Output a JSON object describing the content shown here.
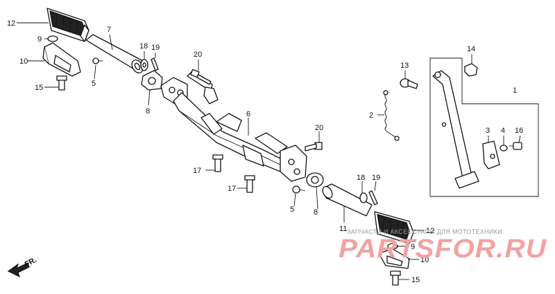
{
  "callouts": {
    "c12a": "12",
    "c9a": "9",
    "c10a": "10",
    "c15a": "15",
    "c5a": "5",
    "c7": "7",
    "c18a": "18",
    "c19a": "19",
    "c8a": "8",
    "c20a": "20",
    "c6": "6",
    "c20b": "20",
    "c17a": "17",
    "c17b": "17",
    "c5b": "5",
    "c8b": "8",
    "c18b": "18",
    "c19b": "19",
    "c11": "11",
    "c12b": "12",
    "c9b": "9",
    "c10b": "10",
    "c15b": "15",
    "c13": "13",
    "c2": "2",
    "c14": "14",
    "c1": "1",
    "c3": "3",
    "c4": "4",
    "c16": "16"
  },
  "direction_label": "FR.",
  "watermark": {
    "small": "ЗАПЧАСТИ И АКСЕССУАРЫ ДЛЯ МОТОТЕХНИКИ",
    "big": "PARTSFOR.RU"
  },
  "colors": {
    "watermark": "#f2a2a2",
    "ink": "#111111"
  }
}
